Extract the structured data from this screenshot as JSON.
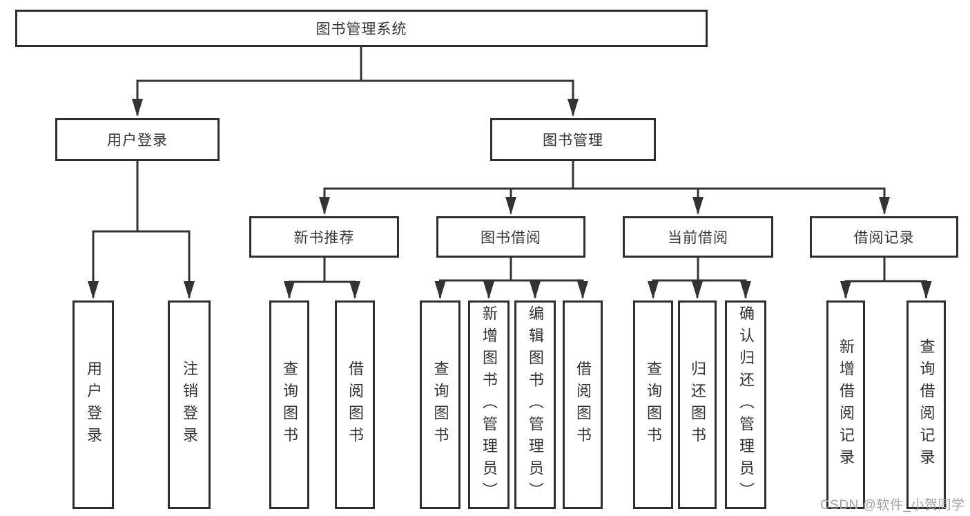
{
  "diagram": {
    "type": "hierarchy",
    "colors": {
      "box_border": "#2e2e2e",
      "connector": "#333333",
      "text": "#333333",
      "watermark": "#a3a3a3",
      "background": "#ffffff"
    },
    "root": {
      "label": "图书管理系统"
    },
    "level2": [
      {
        "id": "user-login",
        "label": "用户登录"
      },
      {
        "id": "book-management",
        "label": "图书管理"
      }
    ],
    "level3": [
      {
        "id": "new-book-recommend",
        "label": "新书推荐",
        "parent": "book-management"
      },
      {
        "id": "book-borrow",
        "label": "图书借阅",
        "parent": "book-management"
      },
      {
        "id": "current-borrow",
        "label": "当前借阅",
        "parent": "book-management"
      },
      {
        "id": "borrow-record",
        "label": "借阅记录",
        "parent": "book-management"
      }
    ],
    "leaves": {
      "user_login": [
        "用户登录",
        "注销登录"
      ],
      "new_book_recommend": [
        "查询图书",
        "借阅图书"
      ],
      "book_borrow": [
        "查询图书",
        "新增图书（管理员）",
        "编辑图书（管理员）",
        "借阅图书"
      ],
      "current_borrow": [
        "查询图书",
        "归还图书",
        "确认归还（管理员）"
      ],
      "borrow_record": [
        "新增借阅记录",
        "查询借阅记录"
      ]
    }
  },
  "watermark": {
    "text": "CSDN @软件_小贺同学"
  }
}
